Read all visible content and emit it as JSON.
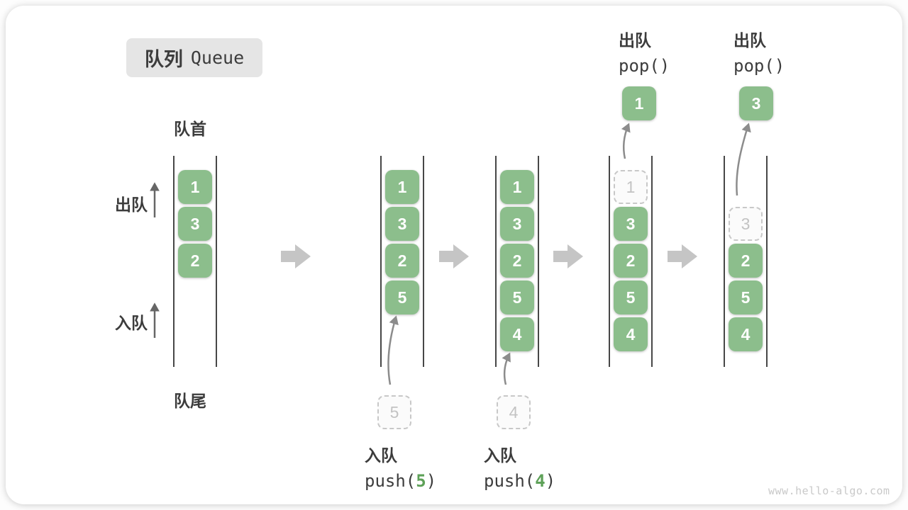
{
  "title": {
    "zh": "队列",
    "en": "Queue"
  },
  "side_labels": {
    "front": "队首",
    "rear": "队尾",
    "dequeue": "出队",
    "enqueue": "入队"
  },
  "queues": {
    "q1": {
      "cells": [
        "1",
        "3",
        "2"
      ]
    },
    "q2": {
      "cells": [
        "1",
        "3",
        "2",
        "5"
      ],
      "pending": "5"
    },
    "q3": {
      "cells": [
        "1",
        "3",
        "2",
        "5",
        "4"
      ],
      "pending": "4"
    },
    "q4": {
      "ghost": "1",
      "cells": [
        "3",
        "2",
        "5",
        "4"
      ],
      "popped": "1"
    },
    "q5": {
      "ghost": "3",
      "cells": [
        "2",
        "5",
        "4"
      ],
      "popped": "3"
    }
  },
  "ops": {
    "push5": {
      "label": "入队",
      "fn": "push(",
      "arg": "5",
      "close": ")"
    },
    "push4": {
      "label": "入队",
      "fn": "push(",
      "arg": "4",
      "close": ")"
    },
    "pop1": {
      "label": "出队",
      "code": "pop()"
    },
    "pop2": {
      "label": "出队",
      "code": "pop()"
    }
  },
  "watermark": "www.hello-algo.com",
  "colors": {
    "cell_green": "#8CBE8C",
    "arg_green": "#5EA158",
    "block_arrow": "#C5C5C5",
    "arrow_gray": "#8C8C8C",
    "side_arrow": "#666666",
    "ghost_border": "#C8C8C8",
    "ghost_text": "#C3C3C3",
    "title_bg": "#E5E5E5",
    "text_dark": "#3C3C3C",
    "rail": "#474747",
    "watermark": "#C9C9C9"
  }
}
